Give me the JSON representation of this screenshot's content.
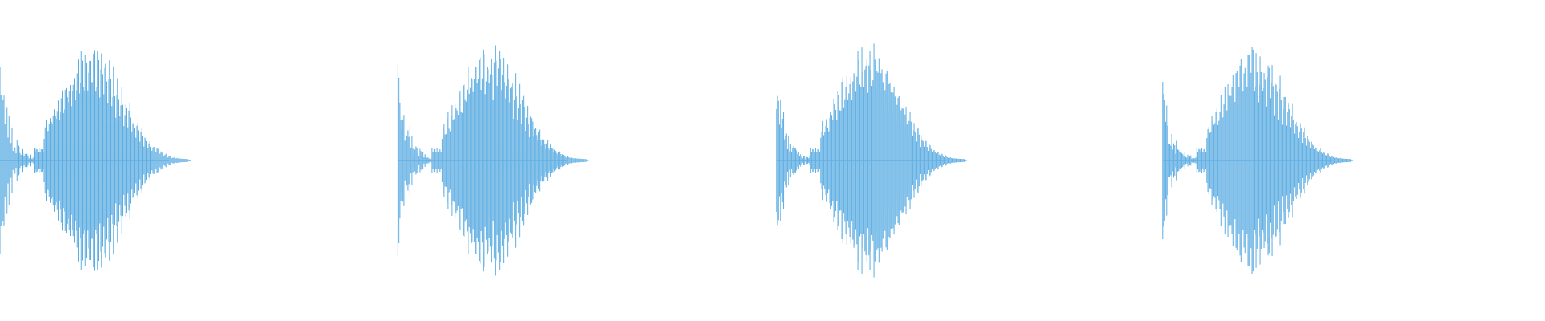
{
  "waveform": {
    "color": "#5DADE2",
    "background": "#FFFFFF",
    "bursts": [
      {
        "onset_sample": 0,
        "click_amp": 0.88,
        "body_amp": 0.9,
        "body_center_ratio": 0.38,
        "body_halfwidth_ratio": 0.23,
        "tail_ratio": 0.78
      },
      {
        "onset_sample": 0.2575,
        "click_amp": 0.82,
        "body_amp": 0.91,
        "body_center_ratio": 0.38,
        "body_halfwidth_ratio": 0.23,
        "tail_ratio": 0.78
      },
      {
        "onset_sample": 0.5025,
        "click_amp": 0.78,
        "body_amp": 0.9,
        "body_center_ratio": 0.38,
        "body_halfwidth_ratio": 0.23,
        "tail_ratio": 0.78
      },
      {
        "onset_sample": 0.7525,
        "click_amp": 0.7,
        "body_amp": 0.9,
        "body_center_ratio": 0.38,
        "body_halfwidth_ratio": 0.23,
        "tail_ratio": 0.78
      }
    ]
  }
}
